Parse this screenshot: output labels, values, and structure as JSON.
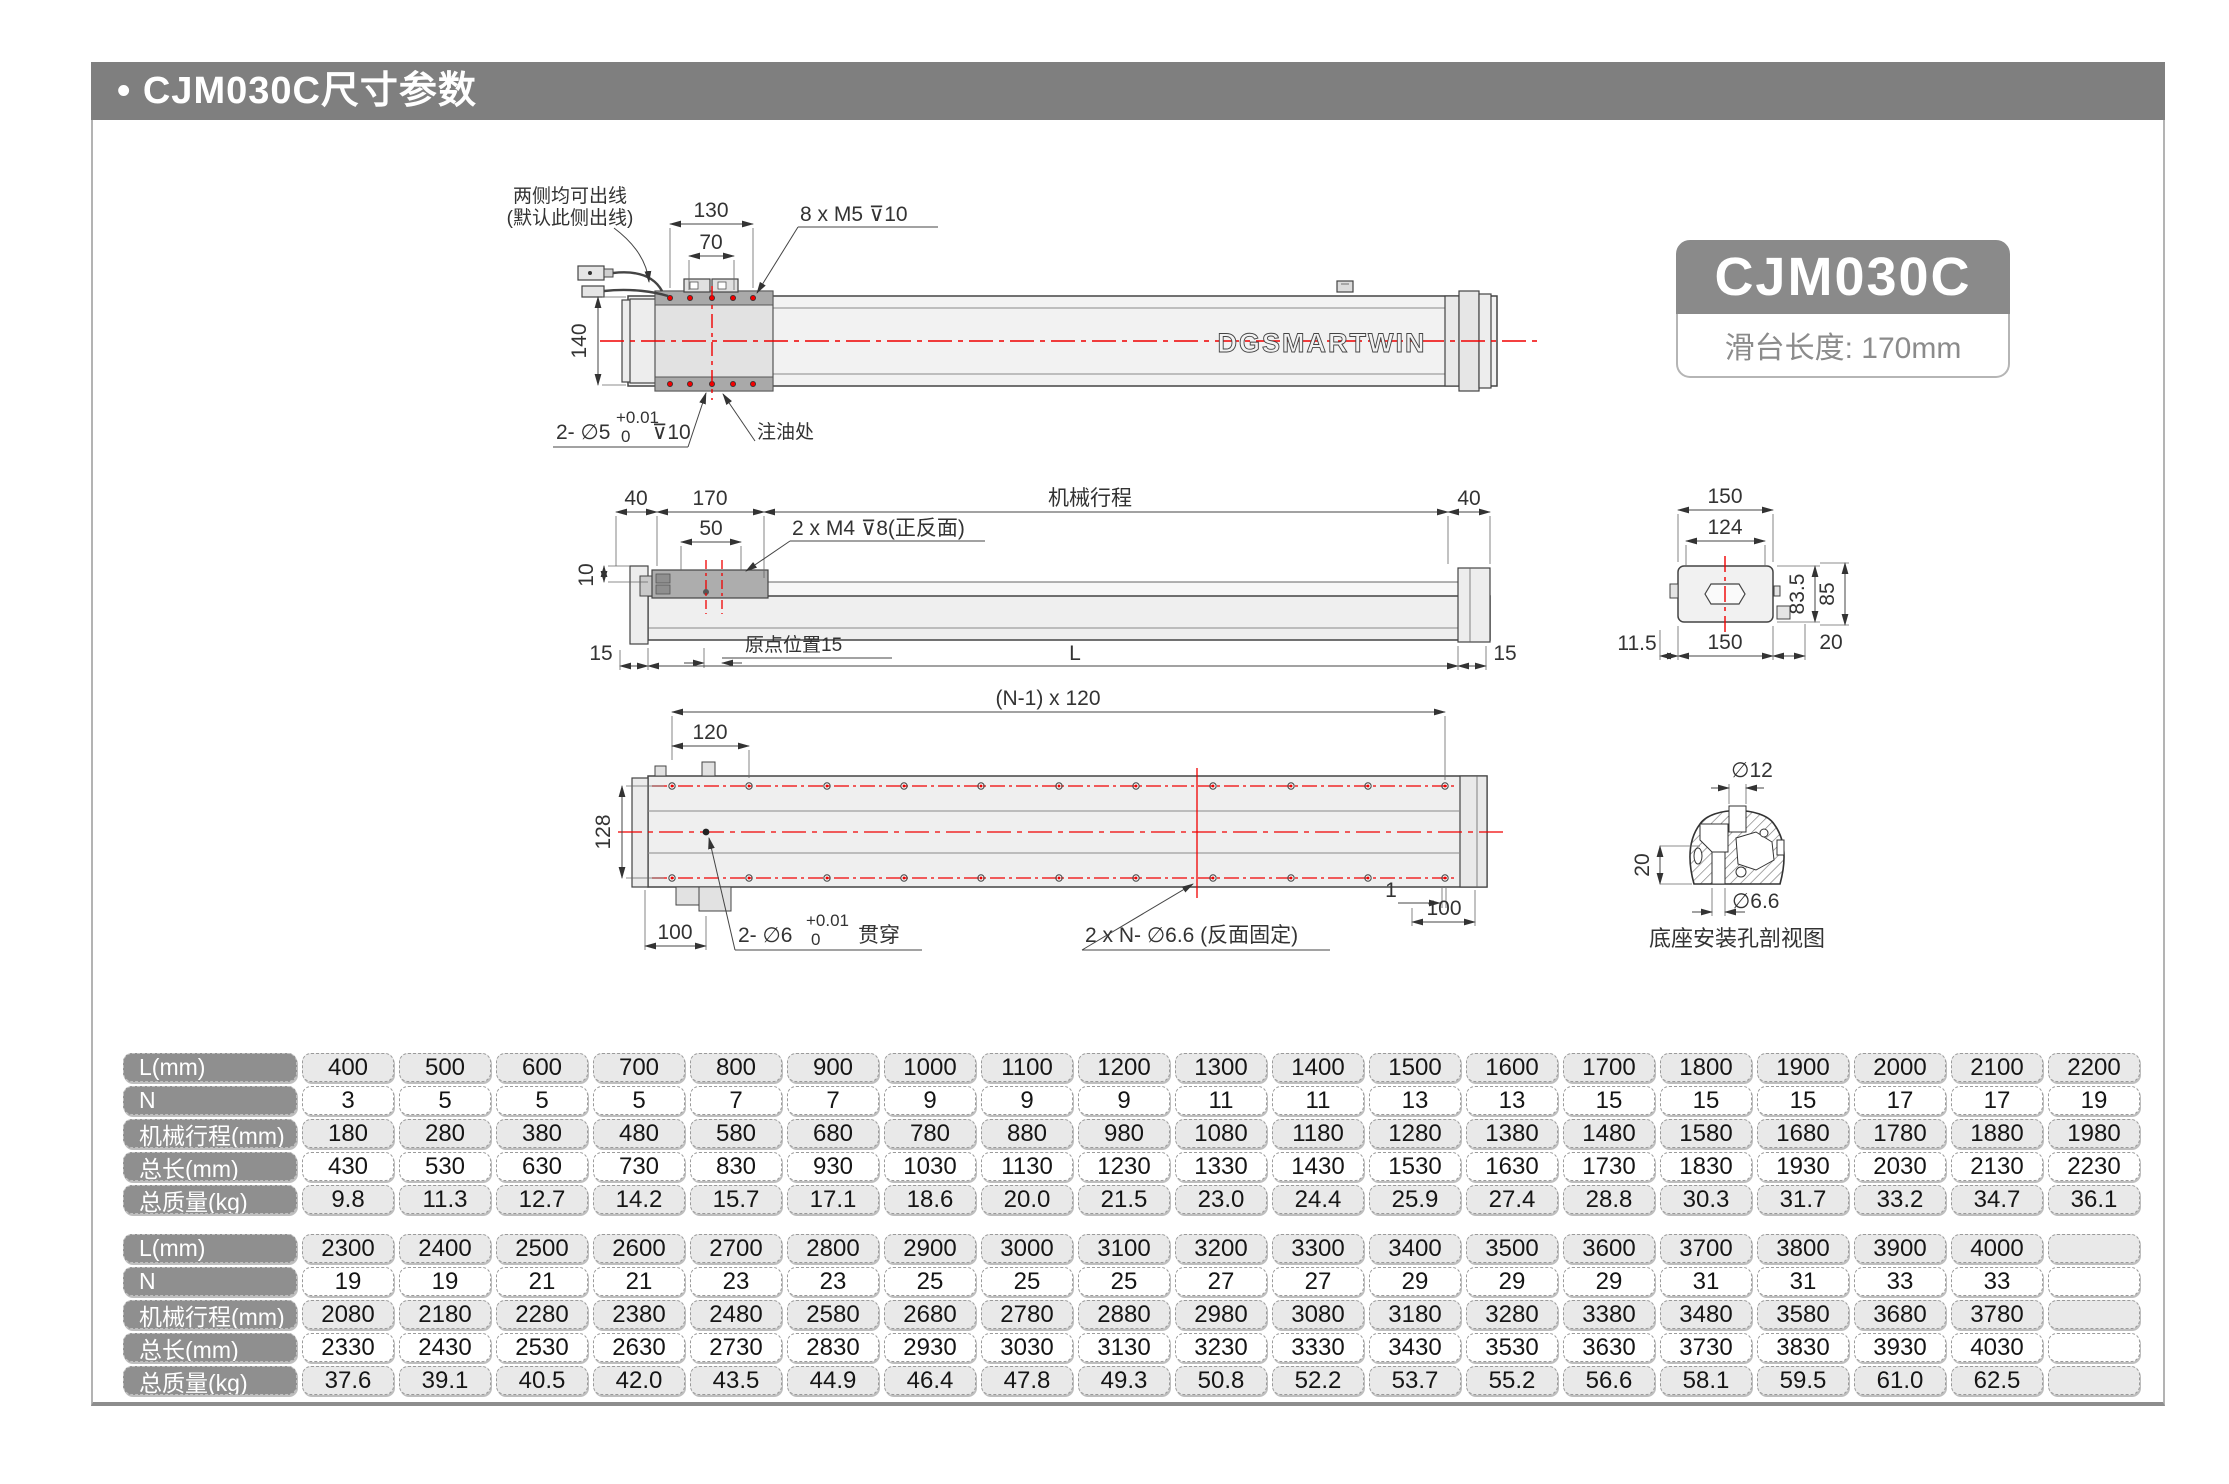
{
  "page": {
    "title": "• CJM030C尺寸参数"
  },
  "badge": {
    "model": "CJM030C",
    "slider_length": "滑台长度: 170mm"
  },
  "drawing": {
    "top_view": {
      "cable_note_line1": "两侧均可出线",
      "cable_note_line2": "(默认此侧出线)",
      "dim_130": "130",
      "dim_70": "70",
      "screw_note": "8 x M5  ⊽10",
      "dim_140": "140",
      "hole_note_prefix": "2- ∅5",
      "hole_note_tol_upper": "+0.01",
      "hole_note_tol_lower": "0",
      "hole_note_suffix": "⊽10",
      "oil_note": "注油处",
      "logo": "DGSMARTWIN"
    },
    "front_view": {
      "dim_40_left": "40",
      "dim_170": "170",
      "stroke_label": "机械行程",
      "dim_40_right": "40",
      "dim_50": "50",
      "tap_note": "2 x M4  ⊽8(正反面)",
      "dim_10": "10",
      "origin_note": "原点位置15",
      "dim_15_left": "15",
      "dim_L": "L",
      "dim_15_right": "15"
    },
    "side_view": {
      "dim_150_top": "150",
      "dim_124": "124",
      "dim_83_5": "83.5",
      "dim_85": "85",
      "dim_11_5": "11.5",
      "dim_150_bottom": "150",
      "dim_20": "20"
    },
    "bottom_view": {
      "dim_n1x120": "(N-1) x 120",
      "dim_120": "120",
      "dim_128": "128",
      "dim_100_left": "100",
      "hole_note_prefix": "2- ∅6",
      "hole_note_tol_upper": "+0.01",
      "hole_note_tol_lower": "0",
      "hole_note_suffix": "贯穿",
      "fix_note": "2 x N- ∅6.6 (反面固定)",
      "dim_1": "1",
      "dim_100_right": "100"
    },
    "section_view": {
      "dim_d12": "∅12",
      "dim_20": "20",
      "dim_d66": "∅6.6",
      "caption": "底座安装孔剖视图"
    }
  },
  "tables": {
    "row_labels": [
      "L(mm)",
      "N",
      "机械行程(mm)",
      "总长(mm)",
      "总质量(kg)"
    ],
    "table1": {
      "rows": [
        [
          "400",
          "500",
          "600",
          "700",
          "800",
          "900",
          "1000",
          "1100",
          "1200",
          "1300",
          "1400",
          "1500",
          "1600",
          "1700",
          "1800",
          "1900",
          "2000",
          "2100",
          "2200"
        ],
        [
          "3",
          "5",
          "5",
          "5",
          "7",
          "7",
          "9",
          "9",
          "9",
          "11",
          "11",
          "13",
          "13",
          "15",
          "15",
          "15",
          "17",
          "17",
          "19"
        ],
        [
          "180",
          "280",
          "380",
          "480",
          "580",
          "680",
          "780",
          "880",
          "980",
          "1080",
          "1180",
          "1280",
          "1380",
          "1480",
          "1580",
          "1680",
          "1780",
          "1880",
          "1980"
        ],
        [
          "430",
          "530",
          "630",
          "730",
          "830",
          "930",
          "1030",
          "1130",
          "1230",
          "1330",
          "1430",
          "1530",
          "1630",
          "1730",
          "1830",
          "1930",
          "2030",
          "2130",
          "2230"
        ],
        [
          "9.8",
          "11.3",
          "12.7",
          "14.2",
          "15.7",
          "17.1",
          "18.6",
          "20.0",
          "21.5",
          "23.0",
          "24.4",
          "25.9",
          "27.4",
          "28.8",
          "30.3",
          "31.7",
          "33.2",
          "34.7",
          "36.1"
        ]
      ]
    },
    "table2": {
      "rows": [
        [
          "2300",
          "2400",
          "2500",
          "2600",
          "2700",
          "2800",
          "2900",
          "3000",
          "3100",
          "3200",
          "3300",
          "3400",
          "3500",
          "3600",
          "3700",
          "3800",
          "3900",
          "4000",
          ""
        ],
        [
          "19",
          "19",
          "21",
          "21",
          "23",
          "23",
          "25",
          "25",
          "25",
          "27",
          "27",
          "29",
          "29",
          "29",
          "31",
          "31",
          "33",
          "33",
          ""
        ],
        [
          "2080",
          "2180",
          "2280",
          "2380",
          "2480",
          "2580",
          "2680",
          "2780",
          "2880",
          "2980",
          "3080",
          "3180",
          "3280",
          "3380",
          "3480",
          "3580",
          "3680",
          "3780",
          ""
        ],
        [
          "2330",
          "2430",
          "2530",
          "2630",
          "2730",
          "2830",
          "2930",
          "3030",
          "3130",
          "3230",
          "3330",
          "3430",
          "3530",
          "3630",
          "3730",
          "3830",
          "3930",
          "4030",
          ""
        ],
        [
          "37.6",
          "39.1",
          "40.5",
          "42.0",
          "43.5",
          "44.9",
          "46.4",
          "47.8",
          "49.3",
          "50.8",
          "52.2",
          "53.7",
          "55.2",
          "56.6",
          "58.1",
          "59.5",
          "61.0",
          "62.5",
          ""
        ]
      ]
    }
  },
  "colors": {
    "accent_red": "#f00000",
    "header_gray": "#7f7f7f",
    "cell_gray": "#e9e9e9"
  }
}
